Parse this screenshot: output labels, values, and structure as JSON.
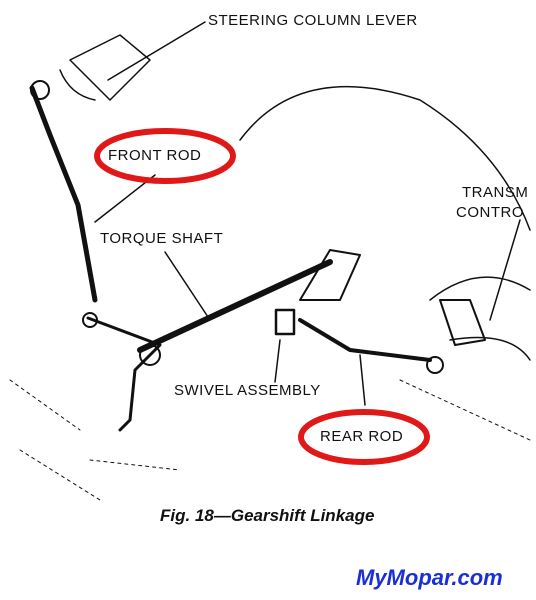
{
  "labels": {
    "steering_column_lever": "STEERING COLUMN LEVER",
    "front_rod": "FRONT ROD",
    "torque_shaft": "TORQUE SHAFT",
    "swivel_assembly": "SWIVEL ASSEMBLY",
    "rear_rod": "REAR ROD",
    "transmission_line1": "TRANSM",
    "transmission_line2": "CONTRO"
  },
  "caption": "Fig. 18—Gearshift Linkage",
  "watermark": "MyMopar.com",
  "colors": {
    "ink": "#111111",
    "highlight": "#e01818",
    "watermark": "#1a2fd6"
  }
}
